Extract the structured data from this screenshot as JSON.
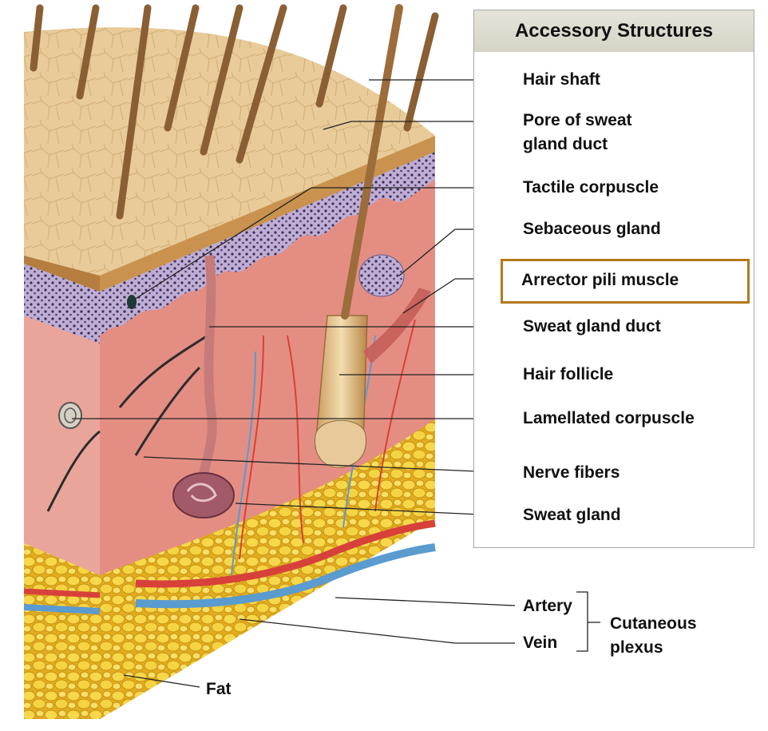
{
  "panel": {
    "title": "Accessory Structures"
  },
  "labels": {
    "hair_shaft": "Hair shaft",
    "pore_line1": "Pore of sweat",
    "pore_line2": "gland duct",
    "tactile_corpuscle": "Tactile corpuscle",
    "sebaceous_gland": "Sebaceous gland",
    "arrector_pili": "Arrector pili muscle",
    "sweat_gland_duct": "Sweat gland duct",
    "hair_follicle": "Hair follicle",
    "lamellated_corpuscle": "Lamellated corpuscle",
    "nerve_fibers": "Nerve fibers",
    "sweat_gland": "Sweat gland",
    "artery": "Artery",
    "vein": "Vein",
    "cutaneous_line1": "Cutaneous",
    "cutaneous_line2": "plexus",
    "fat": "Fat"
  },
  "colors": {
    "highlight_border": "#b27a1c",
    "skin_surface": "#e3c28e",
    "dermis": "#e89a8e",
    "epidermis_purple": "#b9a6cf",
    "fat": "#f2cf3c",
    "artery": "#d8403a",
    "vein": "#5a9bd0"
  }
}
